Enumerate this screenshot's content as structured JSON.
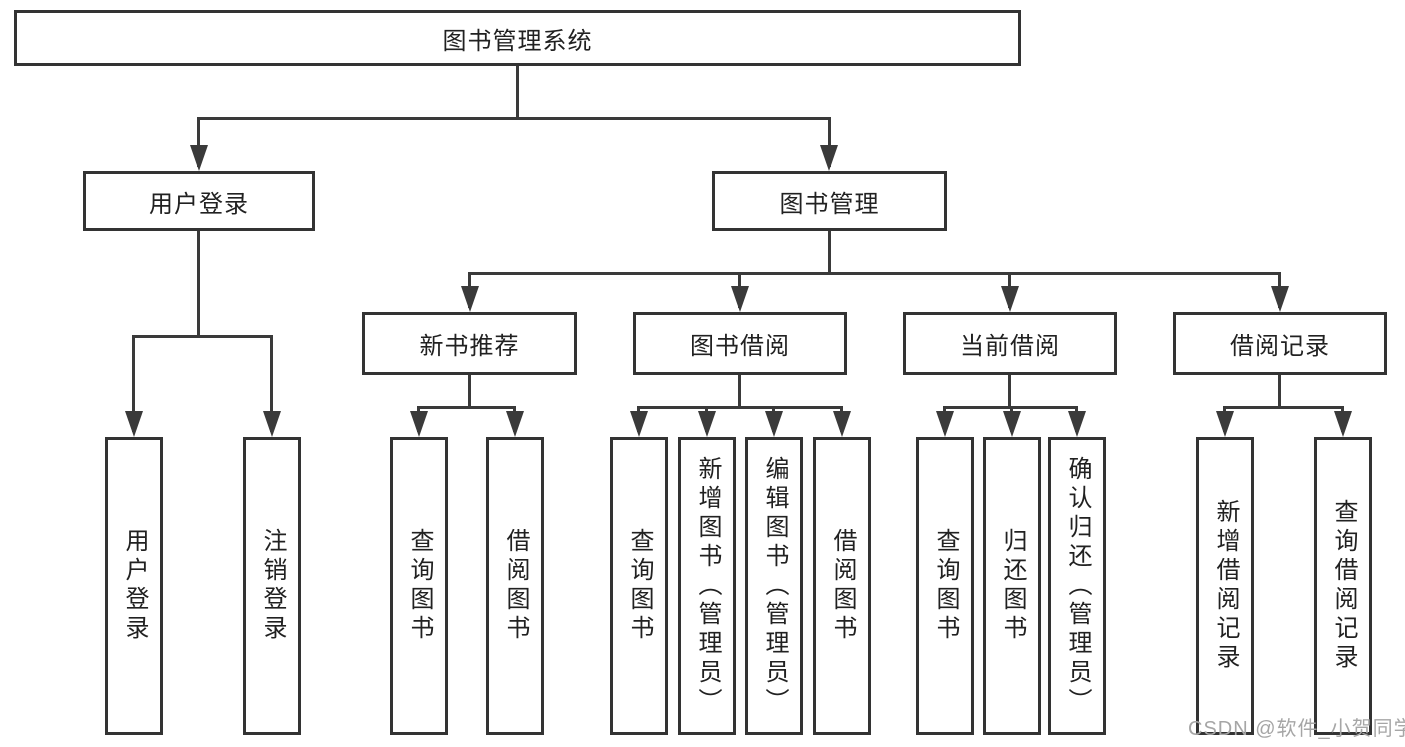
{
  "diagram_title": "图书管理系统",
  "tree": {
    "root": {
      "label": "图书管理系统"
    },
    "branches": [
      {
        "label": "用户登录",
        "children": [
          {
            "label": "用户登录"
          },
          {
            "label": "注销登录"
          }
        ]
      },
      {
        "label": "图书管理",
        "children": [
          {
            "label": "新书推荐",
            "children": [
              {
                "label": "查询图书"
              },
              {
                "label": "借阅图书"
              }
            ]
          },
          {
            "label": "图书借阅",
            "children": [
              {
                "label": "查询图书"
              },
              {
                "label": "新增图书（管理员）"
              },
              {
                "label": "编辑图书（管理员）"
              },
              {
                "label": "借阅图书"
              }
            ]
          },
          {
            "label": "当前借阅",
            "children": [
              {
                "label": "查询图书"
              },
              {
                "label": "归还图书"
              },
              {
                "label": "确认归还（管理员）"
              }
            ]
          },
          {
            "label": "借阅记录",
            "children": [
              {
                "label": "新增借阅记录"
              },
              {
                "label": "查询借阅记录"
              }
            ]
          }
        ]
      }
    ]
  },
  "watermark": {
    "text": "CSDN @软件_小贺同学"
  },
  "colors": {
    "background": "#ffffff",
    "line": "#3a3a3a",
    "box_border": "#333333",
    "text": "#212121",
    "watermark": "#a6a6a6"
  }
}
